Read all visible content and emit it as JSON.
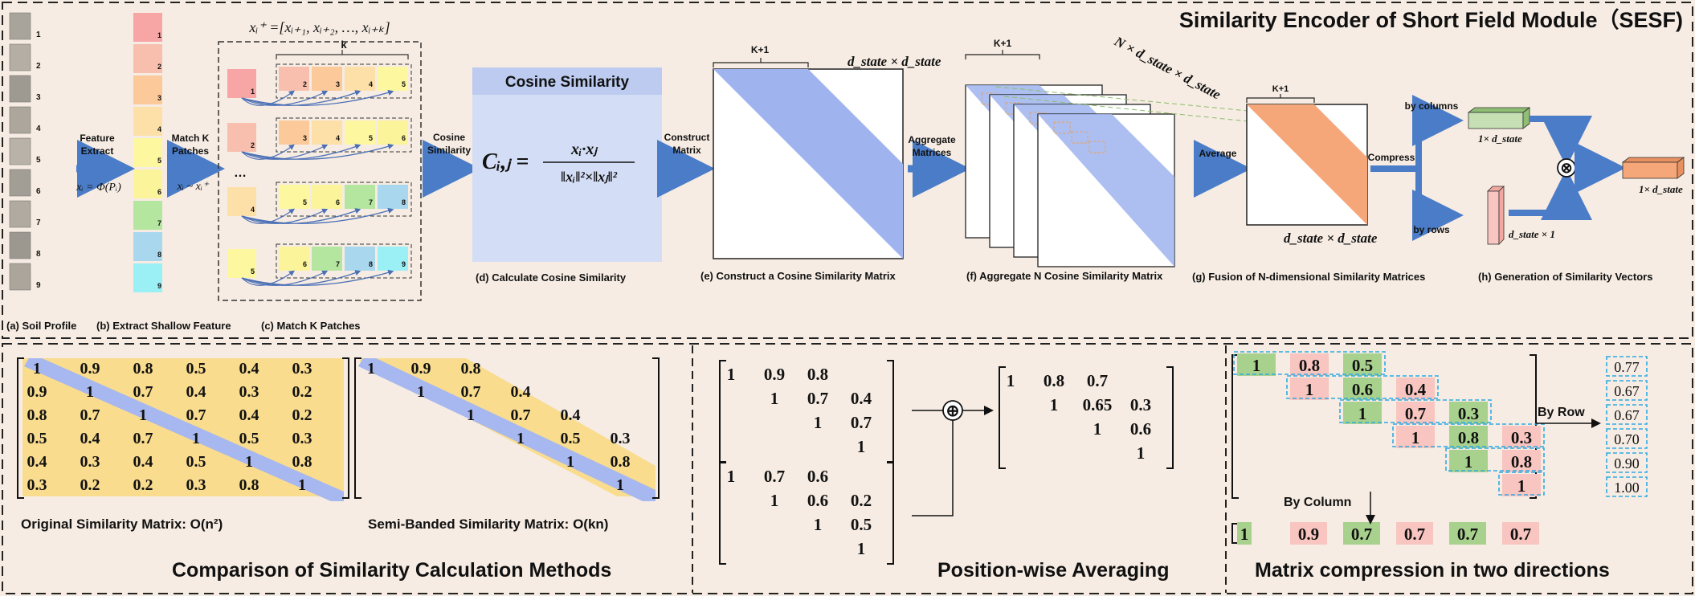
{
  "top": {
    "title": "Similarity Encoder of Short Field Module（SESF)",
    "captions": {
      "a": "(a) Soil Profile",
      "b": "(b) Extract Shallow Feature",
      "c": "(c) Match K Patches",
      "d": "(d) Calculate  Cosine Similarity",
      "e": "(e) Construct a Cosine Similarity Matrix",
      "f": "(f) Aggregate N Cosine Similarity Matrix",
      "g": "(g) Fusion of N-dimensional Similarity Matrices",
      "h": "(h) Generation of Similarity Vectors"
    },
    "arrows": {
      "feature_extract_1": "Feature",
      "feature_extract_2": "Extract",
      "match_k_1": "Match K",
      "match_k_2": "Patches",
      "cosine_sim_1": "Cosine",
      "cosine_sim_2": "Similarity",
      "construct_1": "Construct",
      "construct_2": "Matrix",
      "aggregate_1": "Aggregate",
      "aggregate_2": "Matrices",
      "average": "Average",
      "compress": "Compress",
      "by_columns": "by columns",
      "by_rows": "by rows"
    },
    "soil_numbers": [
      "1",
      "2",
      "3",
      "4",
      "5",
      "6",
      "7",
      "8",
      "9"
    ],
    "feature_numbers": [
      "1",
      "2",
      "3",
      "4",
      "5",
      "6",
      "7",
      "8",
      "9"
    ],
    "feature_formula": "xᵢ = Φ(Pᵢ)",
    "match_formula": "xᵢ ~ xᵢ⁺",
    "set_formula": "xᵢ⁺ =[xᵢ₊₁, xᵢ₊₂, …, xᵢ₊ₖ]",
    "k_label": "k",
    "match_rows": [
      {
        "anchor": "1",
        "patches": [
          "2",
          "3",
          "4",
          "5"
        ]
      },
      {
        "anchor": "2",
        "patches": [
          "3",
          "4",
          "5",
          "6"
        ]
      },
      {
        "anchor": "4",
        "patches": [
          "5",
          "6",
          "7",
          "8"
        ]
      },
      {
        "anchor": "5",
        "patches": [
          "6",
          "7",
          "8",
          "9"
        ]
      }
    ],
    "ellipsis": "…",
    "cosine_title": "Cosine Similarity",
    "cosine_formula_lhs": "Cᵢ,ⱼ =",
    "cosine_formula_num": "xᵢ·xⱼ",
    "cosine_formula_den": "‖xᵢ‖²×‖xⱼ‖²",
    "k1_label": "K+1",
    "dstate_sq": "d_state × d_state",
    "n_dstate": "N × d_state × d_state",
    "vec_row": "1× d_state",
    "vec_col": "d_state × 1",
    "vec_out": "1× d_state",
    "otimes": "⊗"
  },
  "bottom": {
    "comparison": {
      "title": "Comparison of Similarity Calculation Methods",
      "original_caption": "Original Similarity Matrix: O(n²)",
      "banded_caption": "Semi-Banded Similarity Matrix: O(kn)",
      "original": [
        [
          "1",
          "0.9",
          "0.8",
          "0.5",
          "0.4",
          "0.3"
        ],
        [
          "0.9",
          "1",
          "0.7",
          "0.4",
          "0.3",
          "0.2"
        ],
        [
          "0.8",
          "0.7",
          "1",
          "0.7",
          "0.4",
          "0.2"
        ],
        [
          "0.5",
          "0.4",
          "0.7",
          "1",
          "0.5",
          "0.3"
        ],
        [
          "0.4",
          "0.3",
          "0.4",
          "0.5",
          "1",
          "0.8"
        ],
        [
          "0.3",
          "0.2",
          "0.2",
          "0.3",
          "0.8",
          "1"
        ]
      ],
      "banded": [
        [
          "1",
          "0.9",
          "0.8",
          "",
          "",
          ""
        ],
        [
          "",
          "1",
          "0.7",
          "0.4",
          "",
          ""
        ],
        [
          "",
          "",
          "1",
          "0.7",
          "0.4",
          ""
        ],
        [
          "",
          "",
          "",
          "1",
          "0.5",
          "0.3"
        ],
        [
          "",
          "",
          "",
          "",
          "1",
          "0.8"
        ],
        [
          "",
          "",
          "",
          "",
          "",
          "1"
        ]
      ]
    },
    "averaging": {
      "title": "Position-wise Averaging",
      "m1": [
        [
          "1",
          "0.9",
          "0.8",
          ""
        ],
        [
          "",
          "1",
          "0.7",
          "0.4"
        ],
        [
          "",
          "",
          "1",
          "0.7"
        ],
        [
          "",
          "",
          "",
          "1"
        ]
      ],
      "m2": [
        [
          "1",
          "0.7",
          "0.6",
          ""
        ],
        [
          "",
          "1",
          "0.6",
          "0.2"
        ],
        [
          "",
          "",
          "1",
          "0.5"
        ],
        [
          "",
          "",
          "",
          "1"
        ]
      ],
      "result": [
        [
          "1",
          "0.8",
          "0.7",
          ""
        ],
        [
          "",
          "1",
          "0.65",
          "0.3"
        ],
        [
          "",
          "",
          "1",
          "0.6"
        ],
        [
          "",
          "",
          "",
          "1"
        ]
      ],
      "oplus": "⊕"
    },
    "compression": {
      "title": "Matrix compression in two directions",
      "rows": [
        [
          "1",
          "0.8",
          "0.5"
        ],
        [
          "1",
          "0.6",
          "0.4"
        ],
        [
          "1",
          "0.7",
          "0.3"
        ],
        [
          "1",
          "0.8",
          "0.3"
        ],
        [
          "1",
          "0.8"
        ],
        [
          "1"
        ]
      ],
      "by_row": "By Row",
      "by_column": "By Column",
      "row_values": [
        "0.77",
        "0.67",
        "0.67",
        "0.70",
        "0.90",
        "1.00"
      ],
      "col_values": [
        "1",
        "0.9",
        "0.7",
        "0.7",
        "0.7",
        "0.7"
      ]
    }
  },
  "colors": {
    "background": "#f6ece3",
    "accent_blue": "#4a7cc7",
    "band_blue": "#9fb4ef",
    "band_orange": "#f6a77a",
    "matrix_yellow": "#f9dc8e",
    "cell_green": "#a9d18e",
    "cell_pink": "#f8c5c0",
    "dash_cyan": "#2eaae1"
  }
}
